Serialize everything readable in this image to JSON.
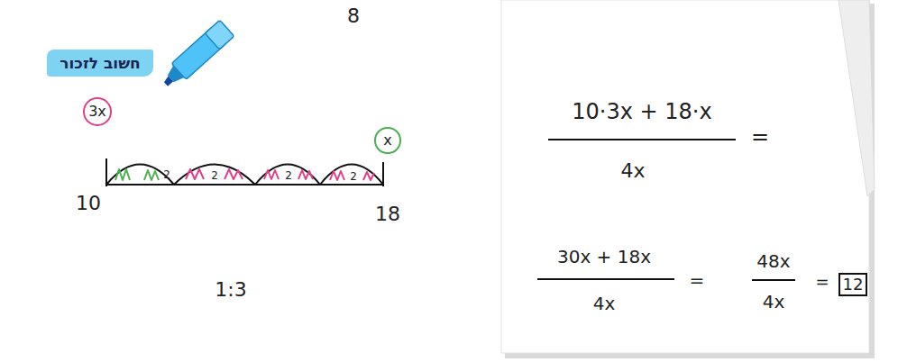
{
  "diagram": {
    "nodes": [
      {
        "text": [
          "חשוב לזכור"
        ]
      },
      {
        "text": [
          "3x"
        ]
      },
      {
        "text": [
          "x"
        ]
      },
      {
        "text": [
          "12"
        ]
      }
    ],
    "labels": [
      "8",
      "2",
      "2",
      "2",
      "2",
      "10",
      "18",
      "1:3",
      "10·3x + 18·x",
      "4x",
      "=",
      "30x + 18x",
      "4x",
      "=",
      "48x",
      "4x",
      "="
    ]
  }
}
